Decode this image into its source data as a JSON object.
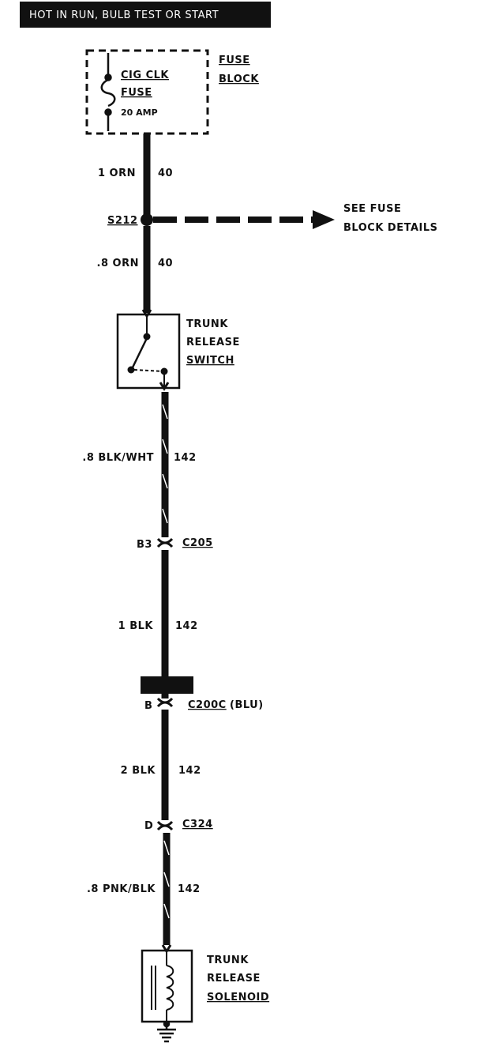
{
  "header": {
    "text": "HOT IN RUN, BULB TEST OR START"
  },
  "fuse_block": {
    "title_line1": "FUSE",
    "title_line2": "BLOCK",
    "fuse_name_line1": "CIG CLK",
    "fuse_name_line2": "FUSE",
    "rating": "20 AMP"
  },
  "wires": [
    {
      "gauge_color": "1 ORN",
      "circuit": "40"
    },
    {
      "gauge_color": ".8 ORN",
      "circuit": "40"
    },
    {
      "gauge_color": ".8 BLK/WHT",
      "circuit": "142"
    },
    {
      "gauge_color": "1 BLK",
      "circuit": "142"
    },
    {
      "gauge_color": "2 BLK",
      "circuit": "142"
    },
    {
      "gauge_color": ".8 PNK/BLK",
      "circuit": "142"
    }
  ],
  "splice": {
    "id": "S212"
  },
  "see_fuse": {
    "line1": "SEE FUSE",
    "line2": "BLOCK DETAILS"
  },
  "switch": {
    "line1": "TRUNK",
    "line2": "RELEASE",
    "line3": "SWITCH"
  },
  "connectors": [
    {
      "pin": "B3",
      "id": "C205"
    },
    {
      "pin": "B",
      "id": "C200C",
      "note": "(BLU)"
    },
    {
      "pin": "D",
      "id": "C324"
    }
  ],
  "solenoid": {
    "line1": "TRUNK",
    "line2": "RELEASE",
    "line3": "SOLENOID"
  }
}
